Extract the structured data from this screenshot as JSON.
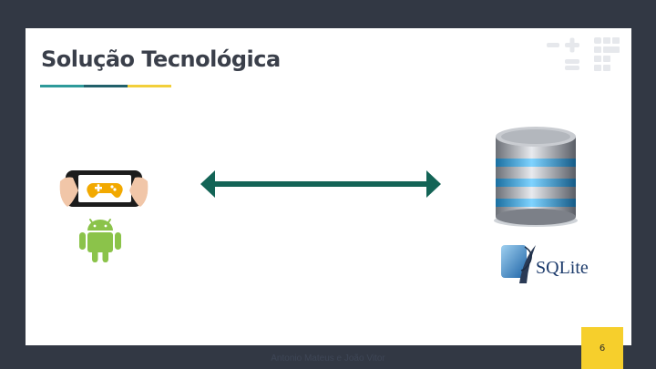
{
  "slide": {
    "title": "Solução Tecnológica",
    "accent_colors": [
      "#2e9a9a",
      "#21606a",
      "#f2cf3a"
    ],
    "page_number": "6",
    "footer": "Antonio Mateus e João Vitor"
  },
  "illustrations": {
    "left_top": "phone-game-controller-icon",
    "left_bottom": "android-icon",
    "middle": "bidirectional-arrow-icon",
    "right_top": "database-icon",
    "right_bottom": "sqlite-logo",
    "sqlite_logo_text": "SQLite"
  },
  "colors": {
    "background": "#323844",
    "android": "#8bc34a",
    "arrow": "#136456",
    "page_badge": "#f6cf2c"
  }
}
